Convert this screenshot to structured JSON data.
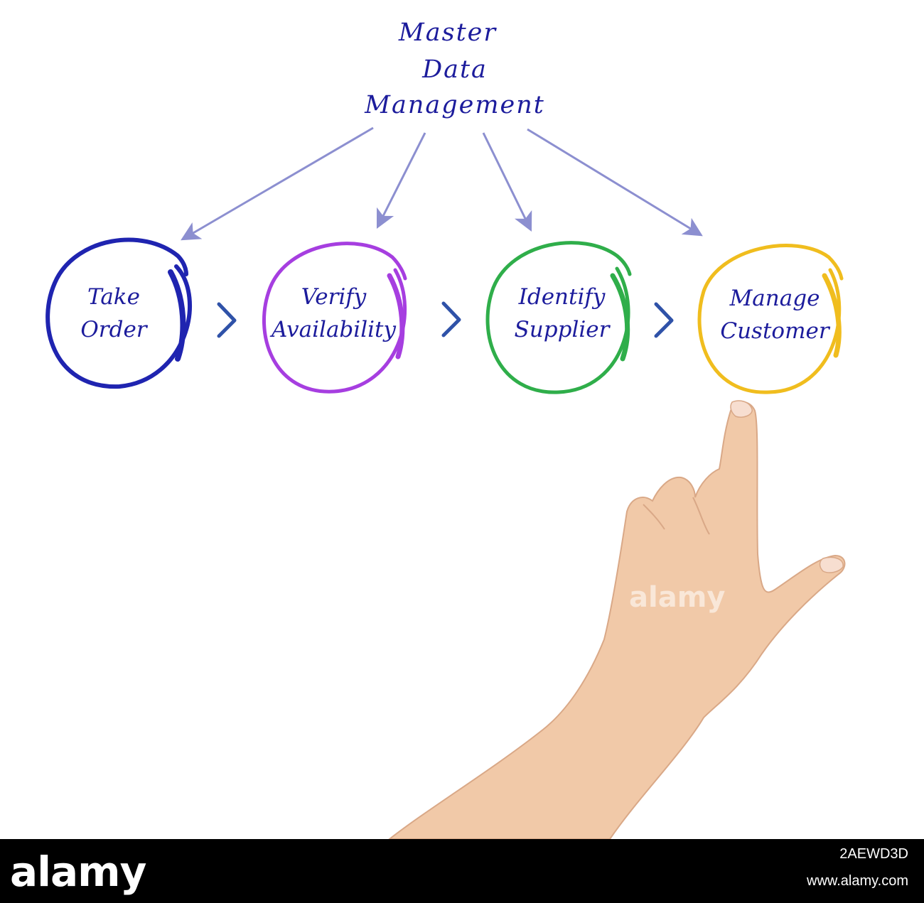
{
  "title": {
    "lines": [
      "Master",
      "Data",
      "Management"
    ]
  },
  "nodes": [
    {
      "lines": [
        "Take",
        "Order"
      ],
      "color": "#1f24b0"
    },
    {
      "lines": [
        "Verify",
        "Availability"
      ],
      "color": "#a63ee0"
    },
    {
      "lines": [
        "Identify",
        "Supplier"
      ],
      "color": "#2fae4a"
    },
    {
      "lines": [
        "Manage",
        "Customer"
      ],
      "color": "#f0bd1e"
    }
  ],
  "colors": {
    "text": "#1c1c9c",
    "arrows": "#8c8fd0",
    "chevrons": "#2f52a8",
    "skin": "#f1c9a8"
  },
  "footer": {
    "logo": "alamy",
    "image_code": "2AEWD3D",
    "url": "www.alamy.com"
  },
  "watermark": "alamy"
}
